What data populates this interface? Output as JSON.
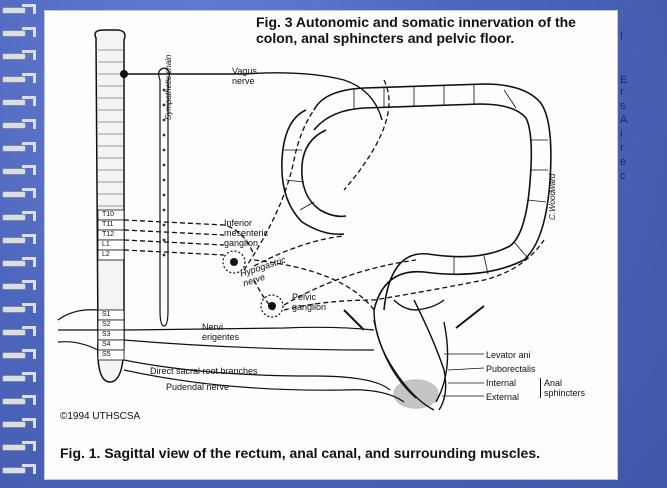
{
  "slide": {
    "title": "Fig. 3 Autonomic and somatic innervation of the colon, anal sphincters and pelvic floor.",
    "caption": "Fig. 1. Sagittal view of the rectum, anal canal, and surrounding muscles.",
    "copyright": "©1994 UTHSCSA",
    "right_edge_chars": [
      "I",
      "E",
      "r",
      "s",
      "A",
      "i",
      "r",
      "e",
      "c"
    ]
  },
  "labels": {
    "vagus_nerve": "Vagus nerve",
    "sympathetic_chain": "Sympathetic chain",
    "inferior_mesenteric_ganglion": "Inferior mesenteric ganglion",
    "hypogastric_nerve": "Hypogastric nerve",
    "pelvic_ganglion": "Pelvic ganglion",
    "nervi_erigentes": "Nervi erigentes",
    "direct_sacral_root_branches": "Direct sacral root branches",
    "pudendal_nerve": "Pudendal nerve",
    "levator_ani": "Levator ani",
    "puborectalis": "Puborectalis",
    "internal": "Internal",
    "external": "External",
    "anal_sphincters": "Anal sphincters",
    "artist_signature": "C.Woodward",
    "vertebrae": [
      "T10",
      "T11",
      "T12",
      "L1",
      "L2",
      "S1",
      "S2",
      "S3",
      "S4",
      "S5"
    ]
  }
}
